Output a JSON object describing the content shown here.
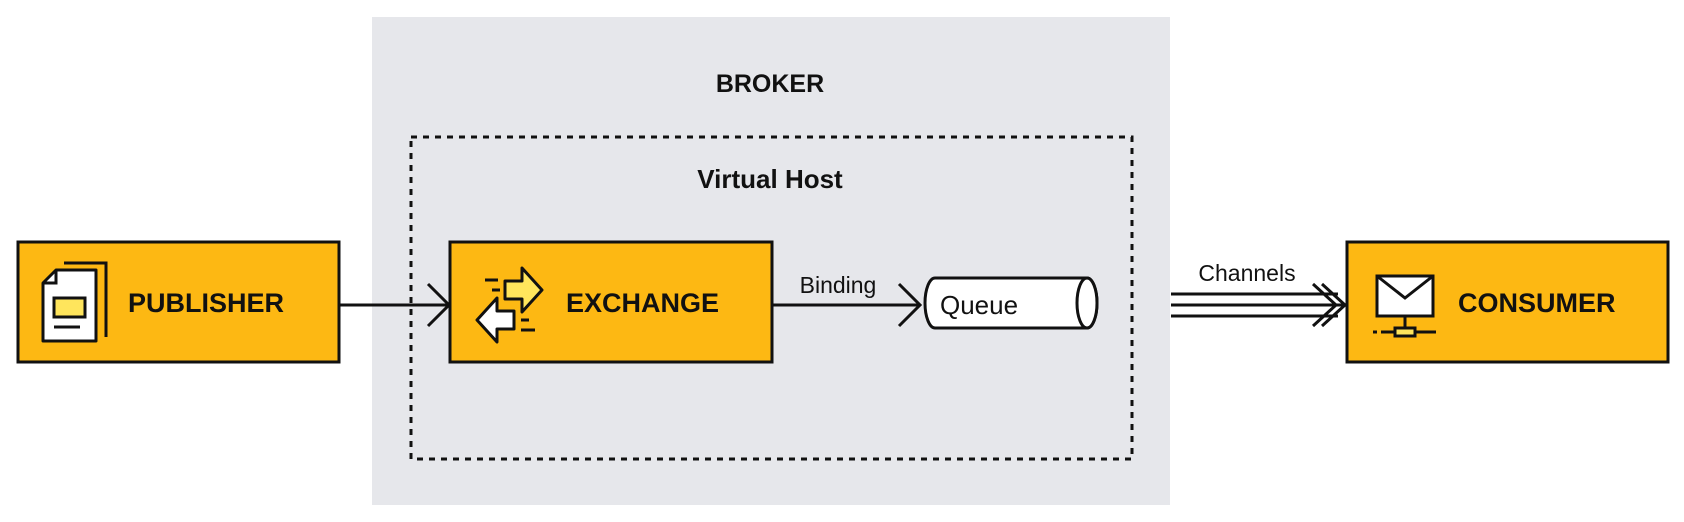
{
  "broker": {
    "label": "BROKER"
  },
  "virtual_host": {
    "label": "Virtual Host"
  },
  "publisher": {
    "label": "PUBLISHER",
    "icon": "document-icon"
  },
  "exchange": {
    "label": "EXCHANGE",
    "icon": "exchange-arrows-icon"
  },
  "queue": {
    "label": "Queue"
  },
  "consumer": {
    "label": "CONSUMER",
    "icon": "envelope-network-icon"
  },
  "edges": {
    "binding": "Binding",
    "channels": "Channels"
  },
  "colors": {
    "box_fill": "#FDB813",
    "stroke": "#111111",
    "broker_bg": "#E6E7EB",
    "icon_accent": "#FFE55C"
  }
}
